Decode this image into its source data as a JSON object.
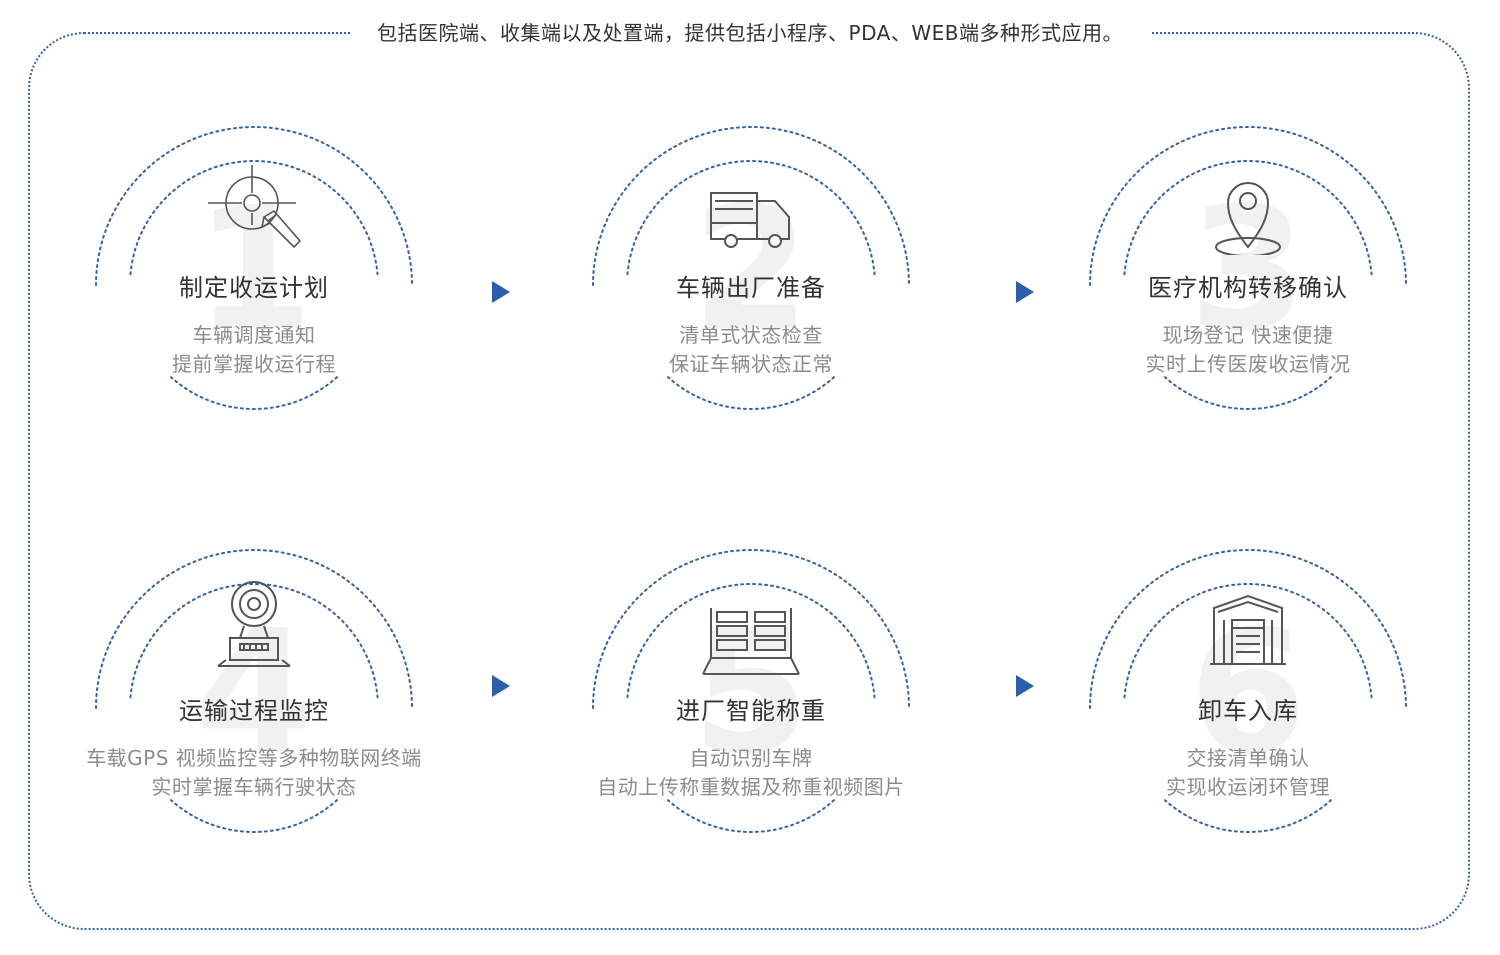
{
  "header": {
    "text": "包括医院端、收集端以及处置端，提供包括小程序、PDA、WEB端多种形式应用。"
  },
  "colors": {
    "accent": "#2a5fb0",
    "ring": "#2f63b0",
    "text": "#333333",
    "muted": "#8c8c8c"
  },
  "steps": [
    {
      "number": "1",
      "icon": "target-pen-icon",
      "title": "制定收运计划",
      "desc1": "车辆调度通知",
      "desc2": "提前掌握收运行程"
    },
    {
      "number": "2",
      "icon": "truck-icon",
      "title": "车辆出厂准备",
      "desc1": "清单式状态检查",
      "desc2": "保证车辆状态正常"
    },
    {
      "number": "3",
      "icon": "location-pin-icon",
      "title": "医疗机构转移确认",
      "desc1": "现场登记  快速便捷",
      "desc2": "实时上传医废收运情况"
    },
    {
      "number": "4",
      "icon": "camera-icon",
      "title": "运输过程监控",
      "desc1": "车载GPS  视频监控等多种物联网终端",
      "desc2": "实时掌握车辆行驶状态"
    },
    {
      "number": "5",
      "icon": "gate-icon",
      "title": "进厂智能称重",
      "desc1": "自动识别车牌",
      "desc2": "自动上传称重数据及称重视频图片"
    },
    {
      "number": "6",
      "icon": "warehouse-icon",
      "title": "卸车入库",
      "desc1": "交接清单确认",
      "desc2": "实现收运闭环管理"
    }
  ]
}
